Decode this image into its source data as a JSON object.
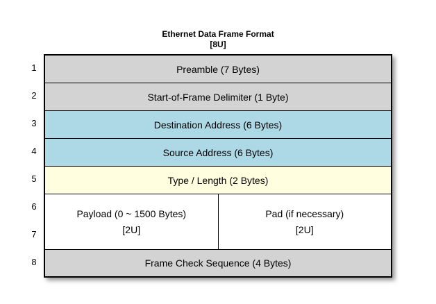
{
  "diagram": {
    "title": "Ethernet Data Frame Format",
    "subtitle": "[8U]",
    "row_numbers": [
      "1",
      "2",
      "3",
      "4",
      "5",
      "6",
      "7",
      "8"
    ],
    "rows": [
      {
        "label": "Preamble (7 Bytes)",
        "color": "gray"
      },
      {
        "label": "Start-of-Frame Delimiter (1 Byte)",
        "color": "gray"
      },
      {
        "label": "Destination Address (6 Bytes)",
        "color": "blue"
      },
      {
        "label": "Source Address (6 Bytes)",
        "color": "blue"
      },
      {
        "label": "Type / Length (2 Bytes)",
        "color": "yellow"
      },
      {
        "label": "Frame Check Sequence (4 Bytes)",
        "color": "gray"
      }
    ],
    "payload_cell": {
      "label": "Payload (0 ~ 1500 Bytes)",
      "sublabel": "[2U]"
    },
    "pad_cell": {
      "label": "Pad (if necessary)",
      "sublabel": "[2U]"
    },
    "colors": {
      "row_gray": "#d3d3d3",
      "row_blue": "#add8e6",
      "row_yellow": "#ffffe0",
      "row_white": "#ffffff",
      "border": "#000000",
      "background": "#ffffff"
    }
  }
}
